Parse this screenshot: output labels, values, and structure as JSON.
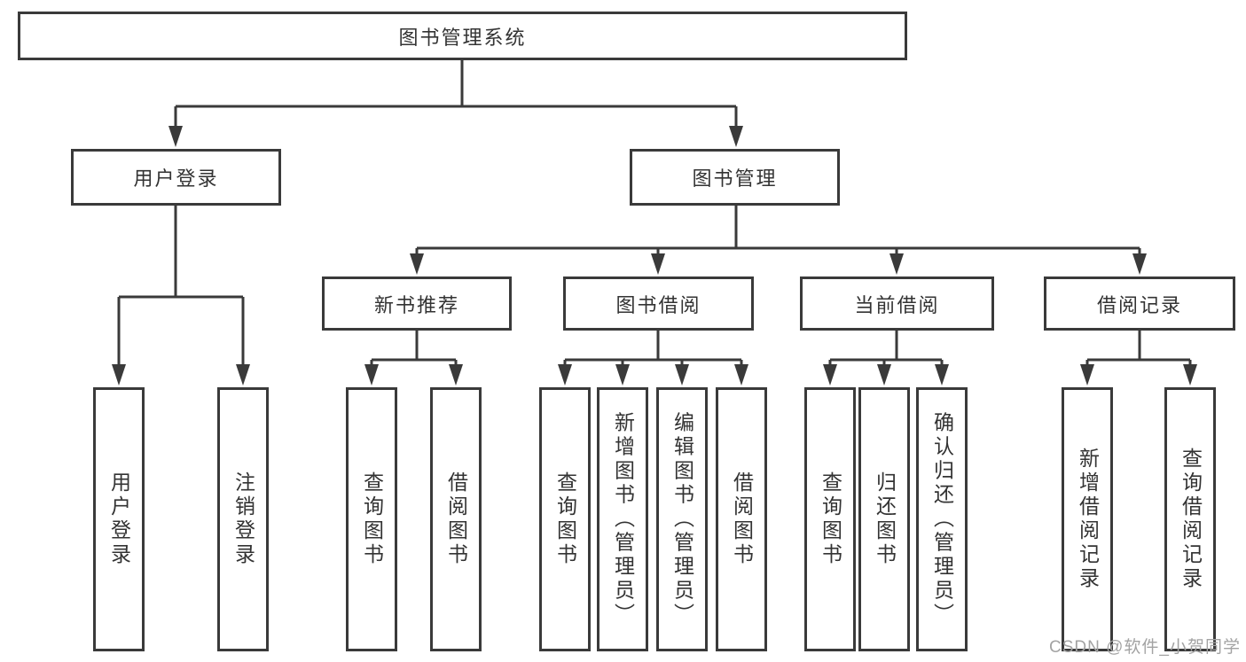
{
  "tree": {
    "root": "图书管理系统",
    "children": [
      {
        "label": "用户登录",
        "children": [
          "用户登录",
          "注销登录"
        ]
      },
      {
        "label": "图书管理",
        "children": [
          {
            "label": "新书推荐",
            "children": [
              "查询图书",
              "借阅图书"
            ]
          },
          {
            "label": "图书借阅",
            "children": [
              "查询图书",
              "新增图书（管理员）",
              "编辑图书（管理员）",
              "借阅图书"
            ]
          },
          {
            "label": "当前借阅",
            "children": [
              "查询图书",
              "归还图书",
              "确认归还（管理员）"
            ]
          },
          {
            "label": "借阅记录",
            "children": [
              "新增借阅记录",
              "查询借阅记录"
            ]
          }
        ]
      }
    ]
  },
  "watermark": {
    "text": "CSDN @软件_小贺同学"
  },
  "colors": {
    "line": "#3a3a3a",
    "box_border": "#3a3a3a",
    "box_background": "#ffffff",
    "text": "#333333",
    "watermark": "#a3a3a3"
  }
}
